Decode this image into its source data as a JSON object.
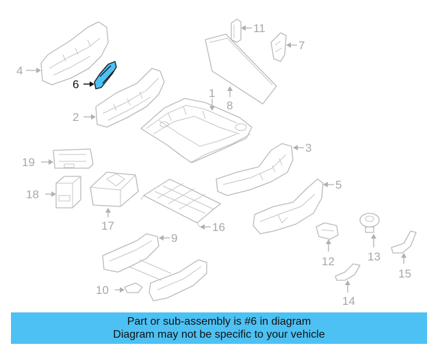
{
  "diagram": {
    "highlight_color": "#4dc1f3",
    "highlighted_part": "6",
    "callouts": [
      "1",
      "2",
      "3",
      "4",
      "5",
      "6",
      "7",
      "8",
      "9",
      "10",
      "11",
      "12",
      "13",
      "14",
      "15",
      "16",
      "17",
      "18",
      "19"
    ]
  },
  "banner": {
    "background": "#4dc1f3",
    "line1": "Part or sub-assembly is #6 in diagram",
    "line2": "Diagram may not be specific to your vehicle"
  }
}
